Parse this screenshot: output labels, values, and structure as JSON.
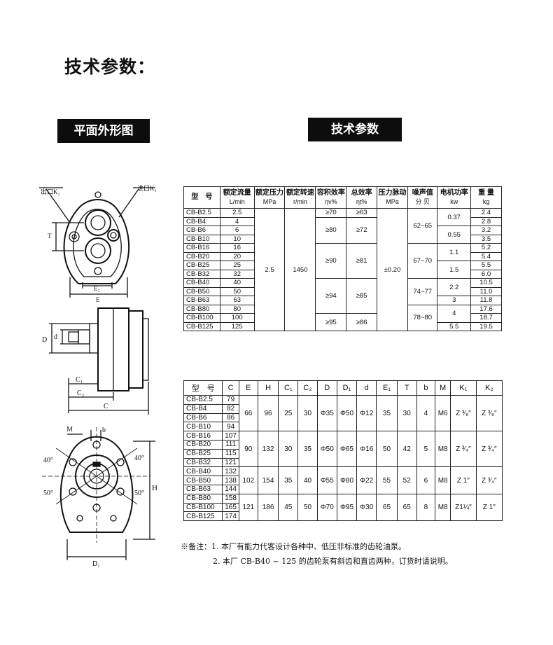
{
  "page_title": "技术参数：",
  "section_headers": {
    "left": "平面外形图",
    "right": "技术参数"
  },
  "drawing_labels": {
    "top_left_tag": "出口K₂",
    "top_right_tag": "进口K₁",
    "T": "T",
    "E1": "E₁",
    "E": "E",
    "D": "D",
    "d": "d",
    "C1": "C₁",
    "C2": "C₂",
    "C": "C",
    "M": "M",
    "b": "b",
    "angle_40_left": "40°",
    "angle_40_right": "40°",
    "angle_50_left": "50°",
    "angle_50_right": "50°",
    "H": "H",
    "D1": "D₁"
  },
  "table1": {
    "headers": [
      {
        "top": "型　号",
        "unit": ""
      },
      {
        "top": "额定流量",
        "unit": "L/min"
      },
      {
        "top": "额定压力",
        "unit": "MPa"
      },
      {
        "top": "额定转速",
        "unit": "r/min"
      },
      {
        "top": "容积效率",
        "unit": "ηv%"
      },
      {
        "top": "总效率",
        "unit": "ηt%"
      },
      {
        "top": "压力脉动",
        "unit": "MPa"
      },
      {
        "top": "噪声值",
        "unit": "分 贝"
      },
      {
        "top": "电机功率",
        "unit": "kw"
      },
      {
        "top": "重 量",
        "unit": "kg"
      }
    ],
    "rows": [
      {
        "model": "CB-B2.5",
        "flow": "2.5",
        "weight": "2.4"
      },
      {
        "model": "CB-B4",
        "flow": "4",
        "weight": "2.8"
      },
      {
        "model": "CB-B6",
        "flow": "6",
        "weight": "3.2"
      },
      {
        "model": "CB-B10",
        "flow": "10",
        "weight": "3.5"
      },
      {
        "model": "CB-B16",
        "flow": "16",
        "weight": "5.2"
      },
      {
        "model": "CB-B20",
        "flow": "20",
        "weight": "5.4"
      },
      {
        "model": "CB-B25",
        "flow": "25",
        "weight": "5.5"
      },
      {
        "model": "CB-B32",
        "flow": "32",
        "weight": "6.0"
      },
      {
        "model": "CB-B40",
        "flow": "40",
        "weight": "10.5"
      },
      {
        "model": "CB-B50",
        "flow": "50",
        "weight": "11.0"
      },
      {
        "model": "CB-B63",
        "flow": "63",
        "weight": "11.8"
      },
      {
        "model": "CB-B80",
        "flow": "80",
        "weight": "17.6"
      },
      {
        "model": "CB-B100",
        "flow": "100",
        "weight": "18.7"
      },
      {
        "model": "CB-B125",
        "flow": "125",
        "weight": "19.5"
      }
    ],
    "pressure": "2.5",
    "speed": "1450",
    "vol_eff": [
      "≥70",
      "≥80",
      "≥90",
      "≥94",
      "≥95"
    ],
    "total_eff": [
      "≥63",
      "≥72",
      "≥81",
      "≥85",
      "≥86"
    ],
    "pulsation": "±0.20",
    "noise": [
      "62~65",
      "67~70",
      "74~77",
      "78~80"
    ],
    "motor": [
      "0.37",
      "0.55",
      "1.1",
      "1.5",
      "2.2",
      "3",
      "4",
      "5.5"
    ]
  },
  "table2": {
    "headers": [
      "型　号",
      "C",
      "E",
      "H",
      "C₁",
      "C₂",
      "D",
      "D₁",
      "d",
      "E₁",
      "T",
      "b",
      "M",
      "K₁",
      "K₂"
    ],
    "rows": [
      {
        "model": "CB-B2.5",
        "C": "79"
      },
      {
        "model": "CB-B4",
        "C": "82"
      },
      {
        "model": "CB-B6",
        "C": "86"
      },
      {
        "model": "CB-B10",
        "C": "94"
      },
      {
        "model": "CB-B16",
        "C": "107"
      },
      {
        "model": "CB-B20",
        "C": "111"
      },
      {
        "model": "CB-B25",
        "C": "115"
      },
      {
        "model": "CB-B32",
        "C": "121"
      },
      {
        "model": "CB-B40",
        "C": "132"
      },
      {
        "model": "CB-B50",
        "C": "138"
      },
      {
        "model": "CB-B63",
        "C": "144"
      },
      {
        "model": "CB-B80",
        "C": "158"
      },
      {
        "model": "CB-B100",
        "C": "165"
      },
      {
        "model": "CB-B125",
        "C": "174"
      }
    ],
    "groups": [
      {
        "E": "66",
        "H": "96",
        "C1": "25",
        "C2": "30",
        "D": "Φ35",
        "D1": "Φ50",
        "d": "Φ12",
        "E1": "35",
        "T": "30",
        "b": "4",
        "M": "M6",
        "K1": "Z ³⁄₈″",
        "K2": "Z ³⁄₈″"
      },
      {
        "E": "90",
        "H": "132",
        "C1": "30",
        "C2": "35",
        "D": "Φ50",
        "D1": "Φ65",
        "d": "Φ16",
        "E1": "50",
        "T": "42",
        "b": "5",
        "M": "M8",
        "K1": "Z ³⁄₄″",
        "K2": "Z ³⁄₄″"
      },
      {
        "E": "102",
        "H": "154",
        "C1": "35",
        "C2": "40",
        "D": "Φ55",
        "D1": "Φ80",
        "d": "Φ22",
        "E1": "55",
        "T": "52",
        "b": "6",
        "M": "M8",
        "K1": "Z 1″",
        "K2": "Z ³⁄₄″"
      },
      {
        "E": "121",
        "H": "186",
        "C1": "45",
        "C2": "50",
        "D": "Φ70",
        "D1": "Φ95",
        "d": "Φ30",
        "E1": "65",
        "T": "65",
        "b": "8",
        "M": "M8",
        "K1": "Z1¼″",
        "K2": "Z 1″"
      }
    ]
  },
  "notes": [
    "※备注：1. 本厂有能力代客设计各种中、低压非标准的齿轮油泵。",
    "2. 本厂 CB-B40 ~ 125 的齿轮泵有斜齿和直齿两种，订货时请说明。"
  ]
}
